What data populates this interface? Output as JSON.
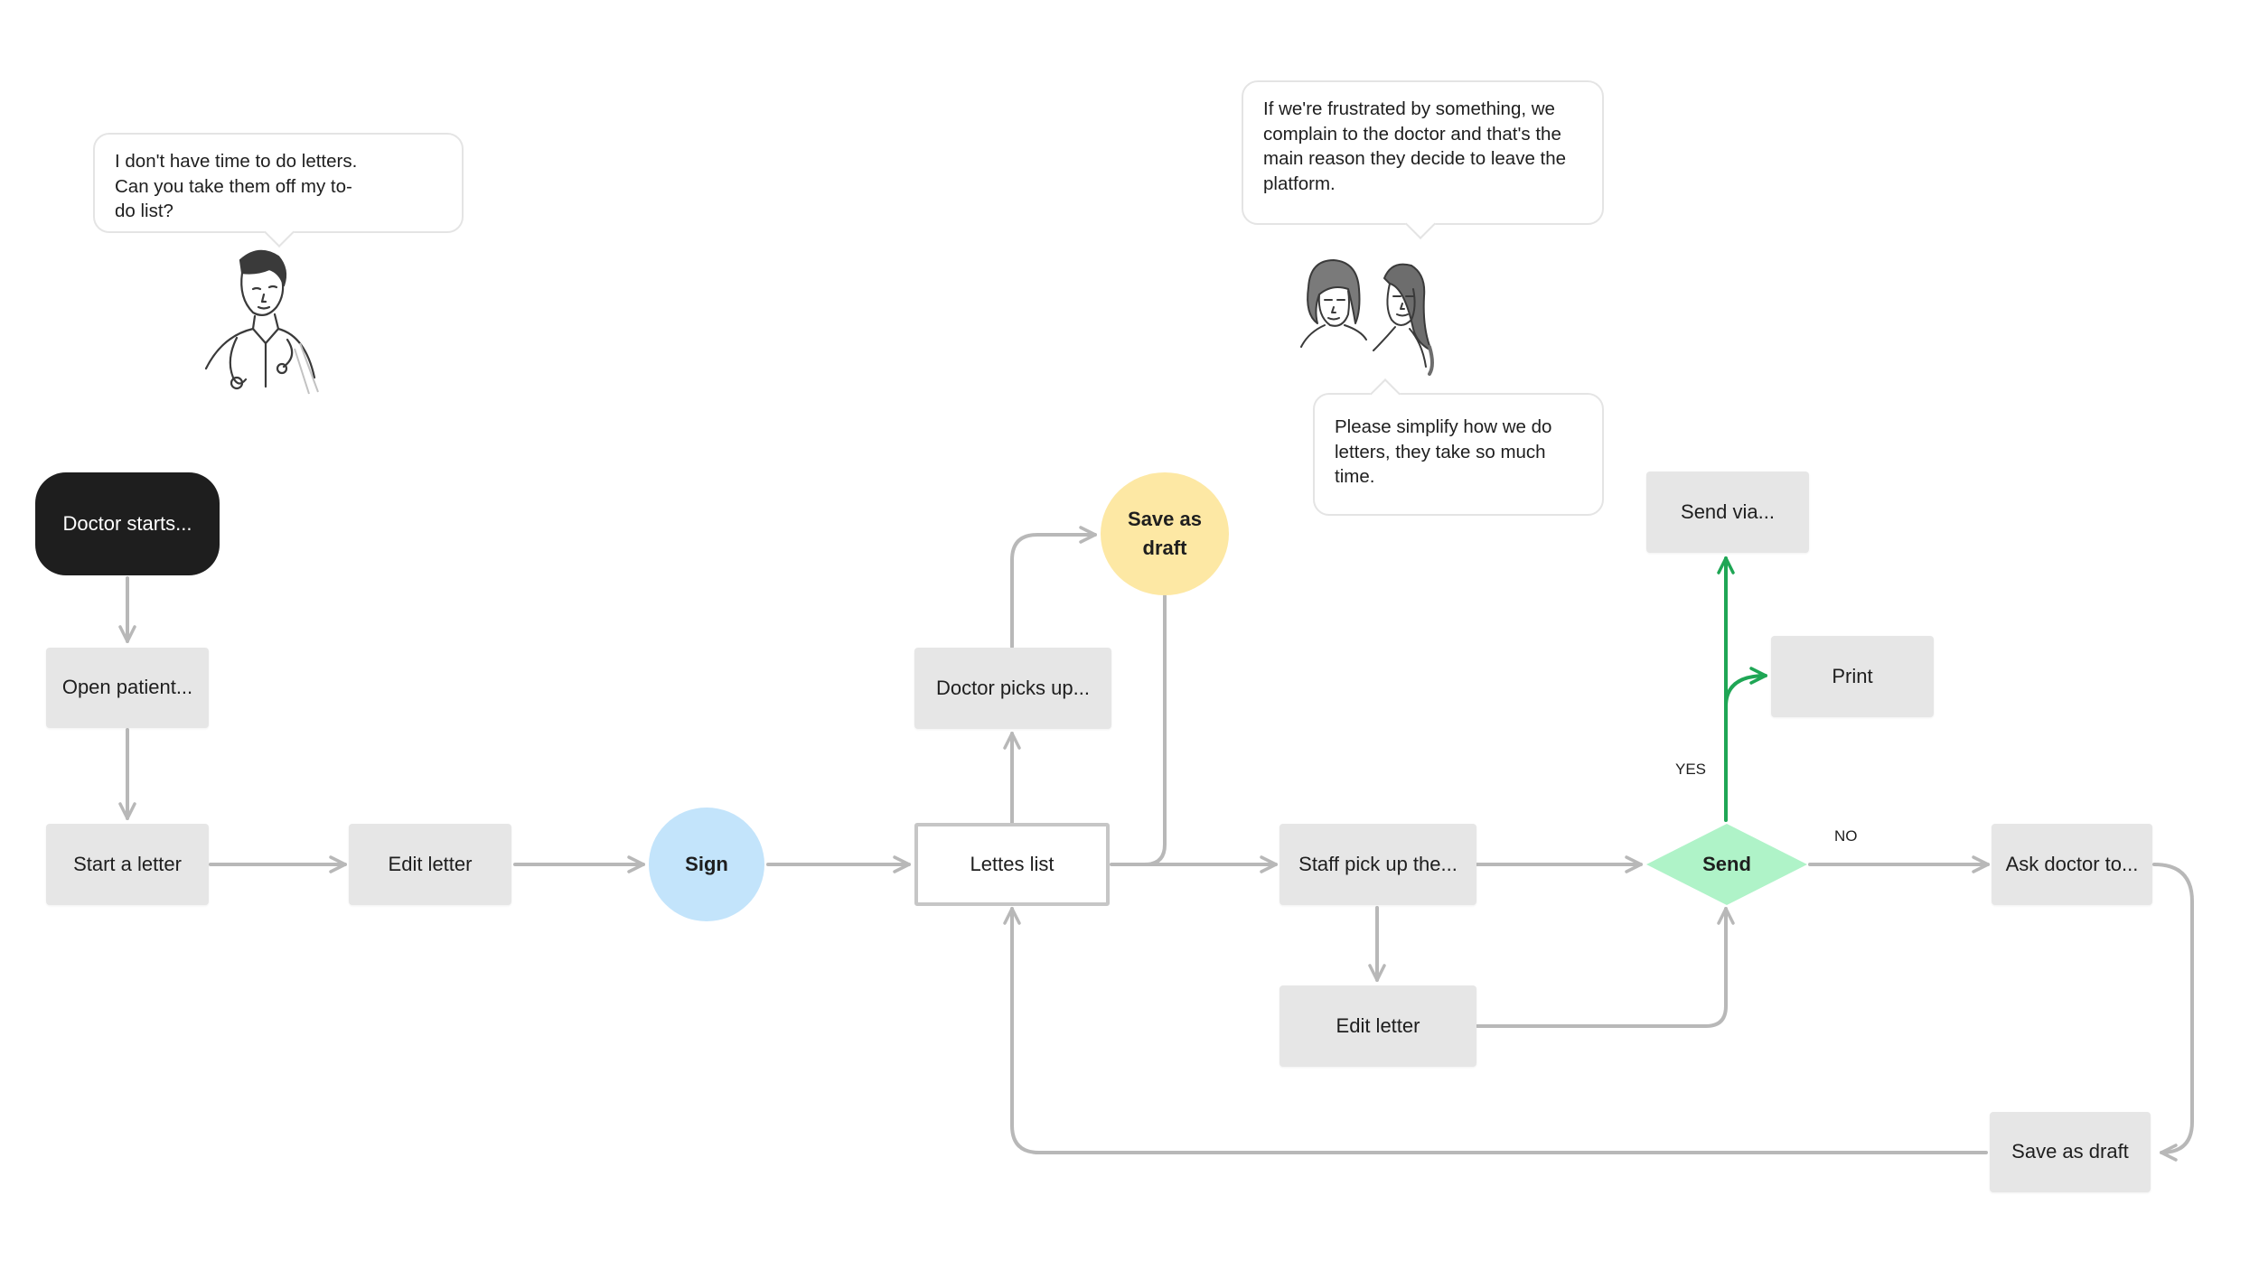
{
  "nodes": {
    "doctor_starts": "Doctor starts...",
    "open_patient": "Open patient...",
    "start_letter": "Start a letter",
    "edit_letter_1": "Edit letter",
    "sign": "Sign",
    "lettes_list": "Lettes list",
    "doctor_picks_up": "Doctor picks up...",
    "save_as_draft_circle_line1": "Save as",
    "save_as_draft_circle_line2": "draft",
    "staff_pick_up": "Staff pick up the...",
    "edit_letter_2": "Edit letter",
    "send": "Send",
    "send_via": "Send via...",
    "print": "Print",
    "ask_doctor": "Ask doctor to...",
    "save_as_draft_bottom": "Save as draft"
  },
  "edge_labels": {
    "yes": "YES",
    "no": "NO"
  },
  "quotes": {
    "doctor": "I don't have time to do letters. Can you take them off my to-do list?",
    "staff_frustrated": "If we're frustrated by something, we complain to the doctor and that's the main reason they decide to leave the platform.",
    "staff_simplify": "Please simplify how we do letters, they take so much time."
  },
  "colors": {
    "terminal": "#1e1e1e",
    "process": "#e6e6e6",
    "sign": "#c3e4fb",
    "save_draft": "#fde8a4",
    "decision": "#aff3c8",
    "connector": "#b8b8b8",
    "yes_path": "#1fa655"
  }
}
